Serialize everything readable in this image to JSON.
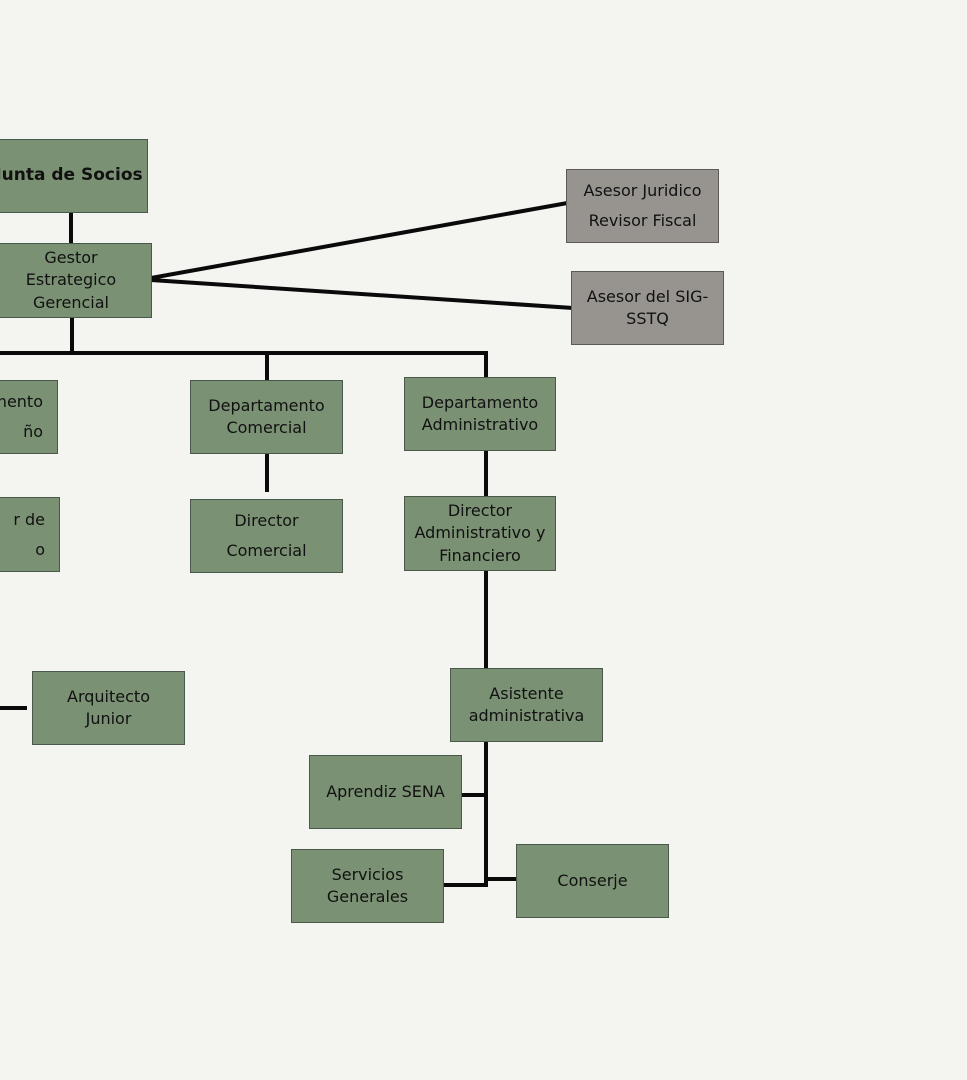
{
  "org_chart": {
    "nodes": {
      "junta_socios": [
        "Junta de Socios"
      ],
      "gestor": [
        "Gestor",
        "Estrategico",
        "Gerencial"
      ],
      "asesor_juridico": [
        "Asesor Juridico",
        "Revisor Fiscal"
      ],
      "asesor_sig": [
        "Asesor del SIG-",
        "SSTQ"
      ],
      "dep_diseno_partial": [
        "mento",
        "ño"
      ],
      "dep_comercial": [
        "Departamento",
        "Comercial"
      ],
      "dep_administrativo": [
        "Departamento",
        "Administrativo"
      ],
      "director_partial": [
        "r de",
        "o"
      ],
      "director_comercial": [
        "Director",
        "Comercial"
      ],
      "director_admin": [
        "Director",
        "Administrativo y",
        "Financiero"
      ],
      "arquitecto_junior": [
        "Arquitecto",
        "Junior"
      ],
      "asistente_admin": [
        "Asistente",
        "administrativa"
      ],
      "aprendiz_sena": [
        "Aprendiz SENA"
      ],
      "servicios_generales": [
        "Servicios",
        "Generales"
      ],
      "conserje": [
        "Conserje"
      ]
    },
    "colors": {
      "node_fill": "#7b9174",
      "advisor_fill": "#979490",
      "connector": "#0a0a0a",
      "background": "#f4f5f1"
    }
  }
}
